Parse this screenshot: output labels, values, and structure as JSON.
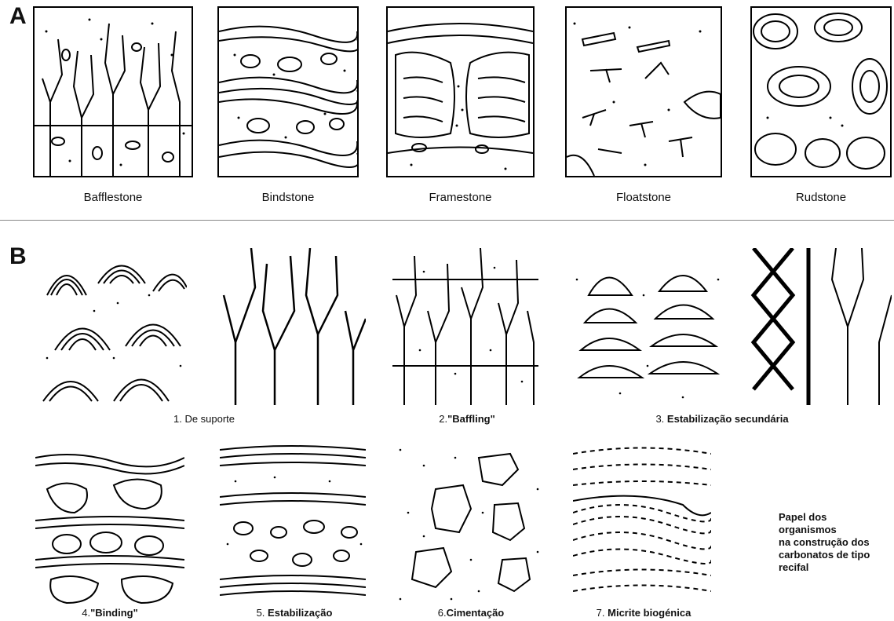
{
  "section_a": {
    "letter": "A",
    "panels": [
      {
        "name": "Bafflestone"
      },
      {
        "name": "Bindstone"
      },
      {
        "name": "Framestone"
      },
      {
        "name": "Floatstone"
      },
      {
        "name": "Rudstone"
      }
    ]
  },
  "section_b": {
    "letter": "B",
    "labels": {
      "l1_num": "1.",
      "l1_text": "De suporte",
      "l2_num": "2.",
      "l2_text": "\"Baffling\"",
      "l3_num": "3.",
      "l3_text": "Estabilização secundária",
      "l4_num": "4.",
      "l4_text": "\"Binding\"",
      "l5_num": "5.",
      "l5_text": "Estabilização",
      "l6_num": "6.",
      "l6_text": "Cimentação",
      "l7_num": "7.",
      "l7_text": "Micrite biogénica"
    },
    "note_lines": [
      "Papel dos",
      "organismos",
      "na construção dos",
      "carbonatos de tipo",
      "recifal"
    ]
  }
}
